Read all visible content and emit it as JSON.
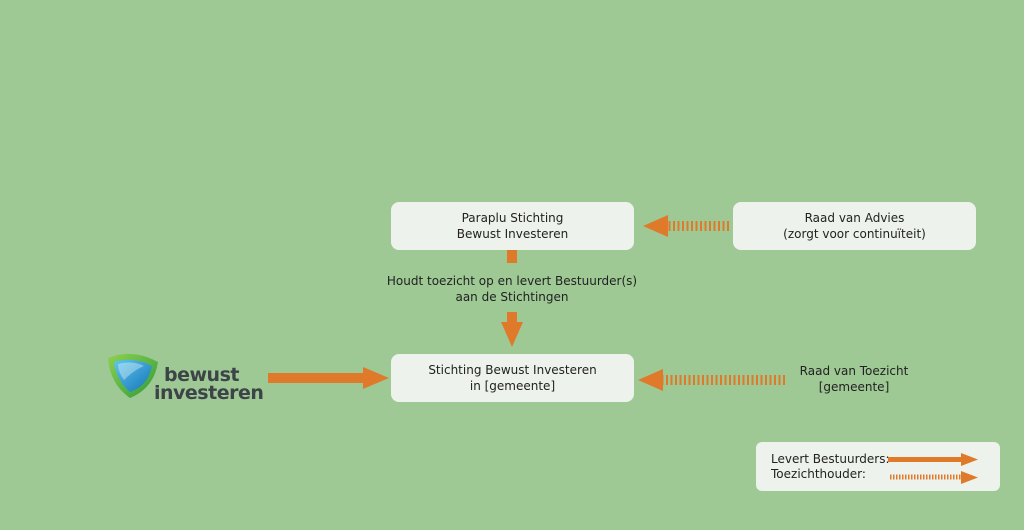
{
  "nodes": {
    "paraplu": {
      "line1": "Paraplu Stichting",
      "line2": "Bewust Investeren"
    },
    "raad_advies": {
      "line1": "Raad van Advies",
      "line2": "(zorgt voor continuïteit)"
    },
    "stichting": {
      "line1": "Stichting Bewust Investeren",
      "line2": "in [gemeente]"
    },
    "raad_toezicht": {
      "line1": "Raad van Toezicht",
      "line2": "[gemeente]"
    }
  },
  "edge_label": {
    "line1": "Houdt toezicht op en levert Bestuurder(s)",
    "line2": "aan de Stichtingen"
  },
  "logo": {
    "word1": "bewust",
    "word2": "investeren"
  },
  "legend": {
    "bestuurders": "Levert Bestuurders:",
    "toezicht": "Toezichthouder:"
  },
  "colors": {
    "background": "#9ec995",
    "box": "#eef2ec",
    "arrow": "#e07a2b",
    "logo_green": "#4fae3c",
    "logo_blue": "#1f8fd0"
  }
}
